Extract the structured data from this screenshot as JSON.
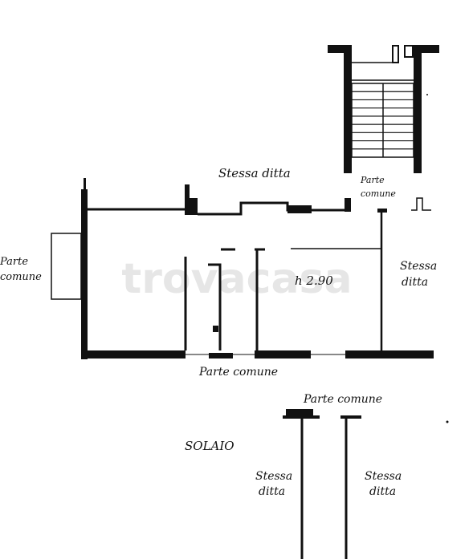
{
  "watermark": "trovacasa",
  "labels": {
    "stessa_ditta_top": "Stessa ditta",
    "parte_comune_stair_1": "Parte",
    "parte_comune_stair_2": "comune",
    "parte_comune_left_1": "Parte",
    "parte_comune_left_2": "comune",
    "stessa_ditta_right_1": "Stessa",
    "stessa_ditta_right_2": "ditta",
    "height": "h 2.90",
    "parte_comune_bottom": "Parte comune",
    "parte_comune_solaio": "Parte comune",
    "solaio": "SOLAIO",
    "stessa_ditta_solaio_left_1": "Stessa",
    "stessa_ditta_solaio_left_2": "ditta",
    "stessa_ditta_solaio_right_1": "Stessa",
    "stessa_ditta_solaio_right_2": "ditta"
  },
  "colors": {
    "ink": "#111111",
    "paper": "#ffffff"
  }
}
